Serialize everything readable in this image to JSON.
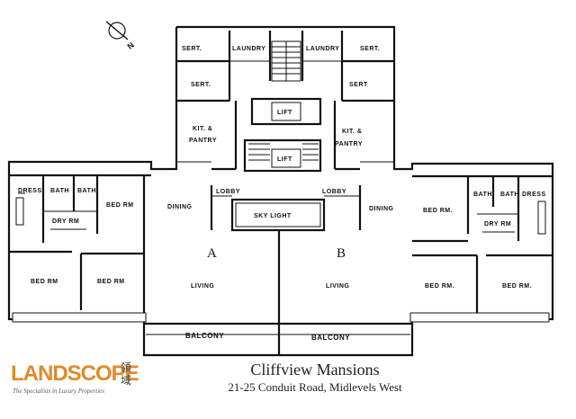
{
  "building": {
    "name": "Cliffview Mansions",
    "address": "21-25 Conduit Road, Midlevels West"
  },
  "logo": {
    "wordmark": "LANDSCOPE",
    "chinese": "領域",
    "tagline": "The Specialists in Luxury Properties"
  },
  "compass": {
    "label": "N"
  },
  "units": {
    "a": "A",
    "b": "B"
  },
  "rooms": {
    "sert_tl": "SERT.",
    "laundry_l": "LAUNDRY",
    "laundry_r": "LAUNDRY",
    "sert_tr": "SERT.",
    "sert_ml": "SERT.",
    "sert_mr": "SERT",
    "lift_top": "LIFT",
    "lift_bottom": "LIFT",
    "kit_l_1": "KIT. &",
    "kit_l_2": "PANTRY",
    "kit_r_1": "KIT. &",
    "kit_r_2": "PANTRY",
    "dress_l": "DRESS",
    "bath_l1": "BATH",
    "bath_l2": "BATH",
    "bed_l1": "BED RM",
    "dry_l": "DRY RM",
    "dining_l": "DINING",
    "lobby_l": "LOBBY",
    "skylight": "SKY LIGHT",
    "lobby_r": "LOBBY",
    "dining_r": "DINING",
    "bed_r1": "BED RM.",
    "bath_r1": "BATH",
    "bath_r2": "BATH",
    "dress_r": "DRESS",
    "dry_r": "DRY RM",
    "bed_l2": "BED RM",
    "bed_l3": "BED RM",
    "living_l": "LIVING",
    "living_r": "LIVING",
    "bed_r2": "BED RM.",
    "bed_r3": "BED RM.",
    "balcony_l": "BALCONY",
    "balcony_r": "BALCONY"
  }
}
